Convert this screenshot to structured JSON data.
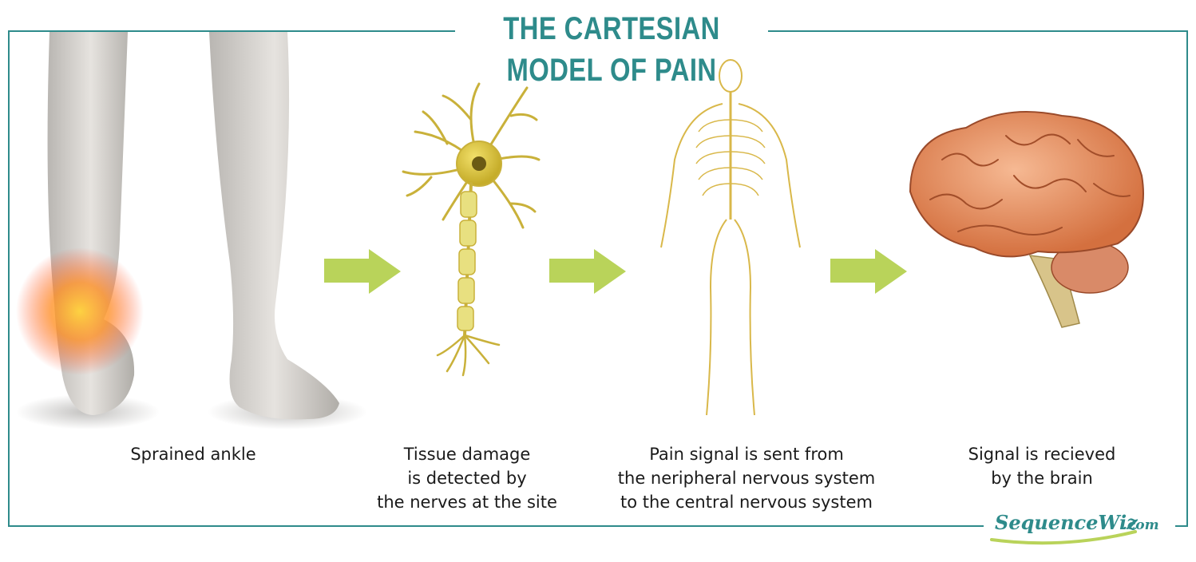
{
  "title": "THE CARTESIAN MODEL OF PAIN",
  "steps": [
    {
      "caption": "Sprained ankle"
    },
    {
      "caption": "Tissue damage\nis detected by\nthe nerves at the site"
    },
    {
      "caption": "Pain signal is sent from\nthe neripheral nervous system\nto the central nervous system"
    },
    {
      "caption": "Signal is recieved\nby the brain"
    }
  ],
  "logo": {
    "name": "SequenceWiz",
    "domain": ".com"
  },
  "colors": {
    "frame": "#2e8b8b",
    "arrow": "#b9d35a",
    "nerve": "#d9b84a",
    "brain": "#e9a27a",
    "skin": "#d9d6d2",
    "pain": "#ff7a1a"
  }
}
